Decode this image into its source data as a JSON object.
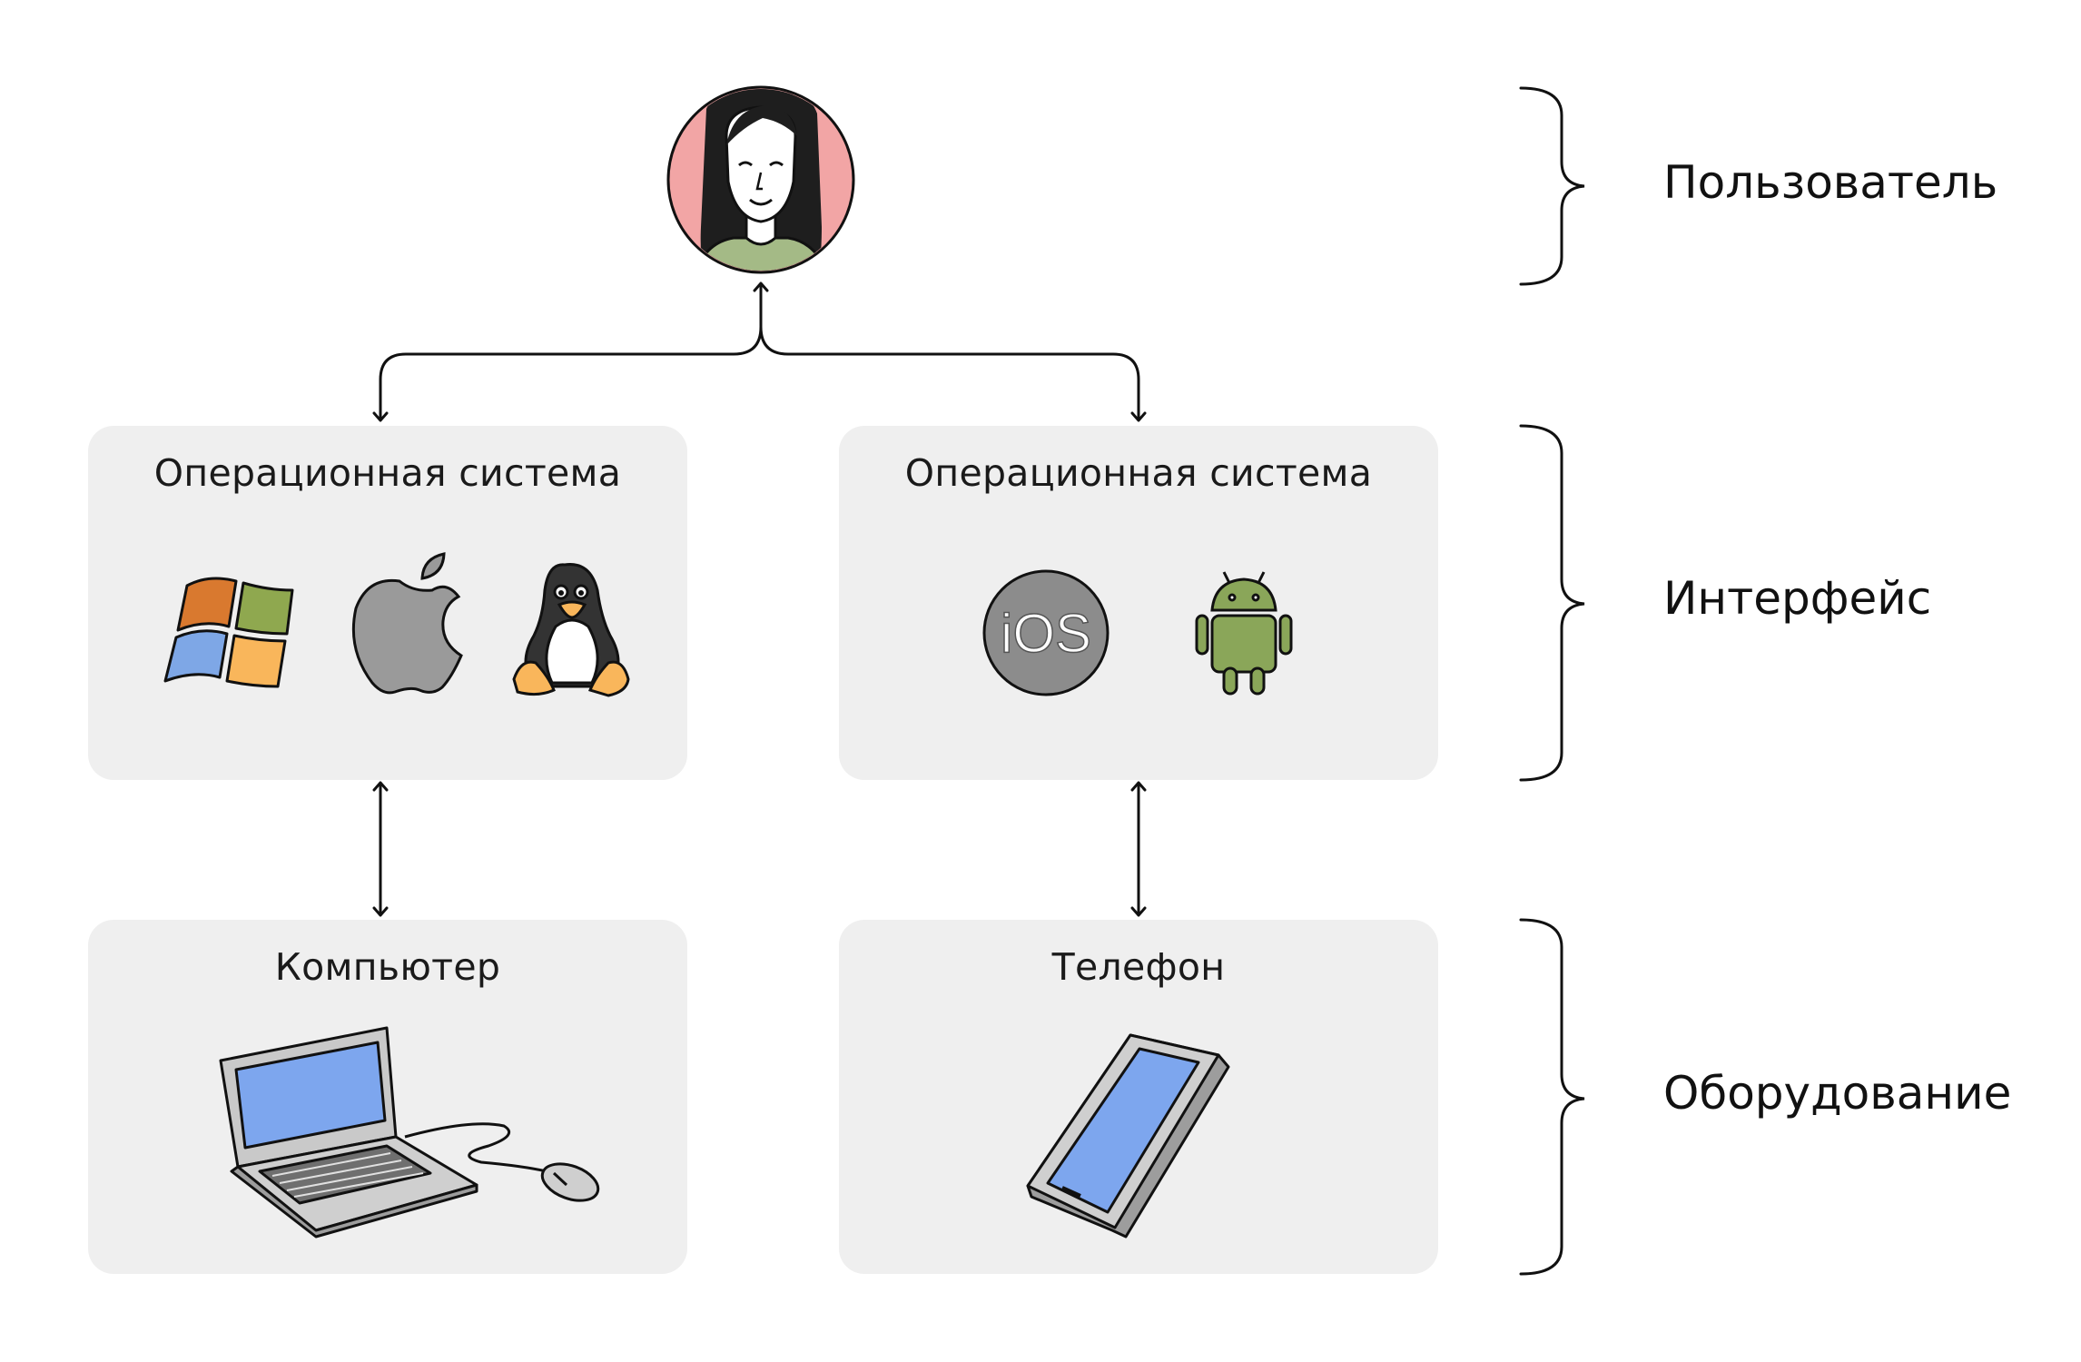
{
  "layers": {
    "user": "Пользователь",
    "interface": "Интерфейс",
    "hardware": "Оборудование"
  },
  "os_left": {
    "title": "Операционная система",
    "icons": [
      "windows-logo-icon",
      "apple-logo-icon",
      "linux-tux-icon"
    ]
  },
  "os_right": {
    "title": "Операционная система",
    "ios_text": "iOS",
    "icons": [
      "ios-logo-icon",
      "android-logo-icon"
    ]
  },
  "hw_left": {
    "title": "Компьютер",
    "icons": [
      "laptop-icon",
      "mouse-icon"
    ]
  },
  "hw_right": {
    "title": "Телефон",
    "icons": [
      "smartphone-icon"
    ]
  },
  "user_avatar": {
    "icon": "user-avatar-icon",
    "background": "#f2a5a5"
  },
  "colors": {
    "box": "#efefef",
    "windows": [
      "#d9792f",
      "#8fa84f",
      "#7ea7e6",
      "#f9b65b"
    ],
    "apple": "#9a9a9a",
    "android": "#8aa659",
    "ios": "#8c8c8c",
    "screen": "#7da6ee"
  }
}
